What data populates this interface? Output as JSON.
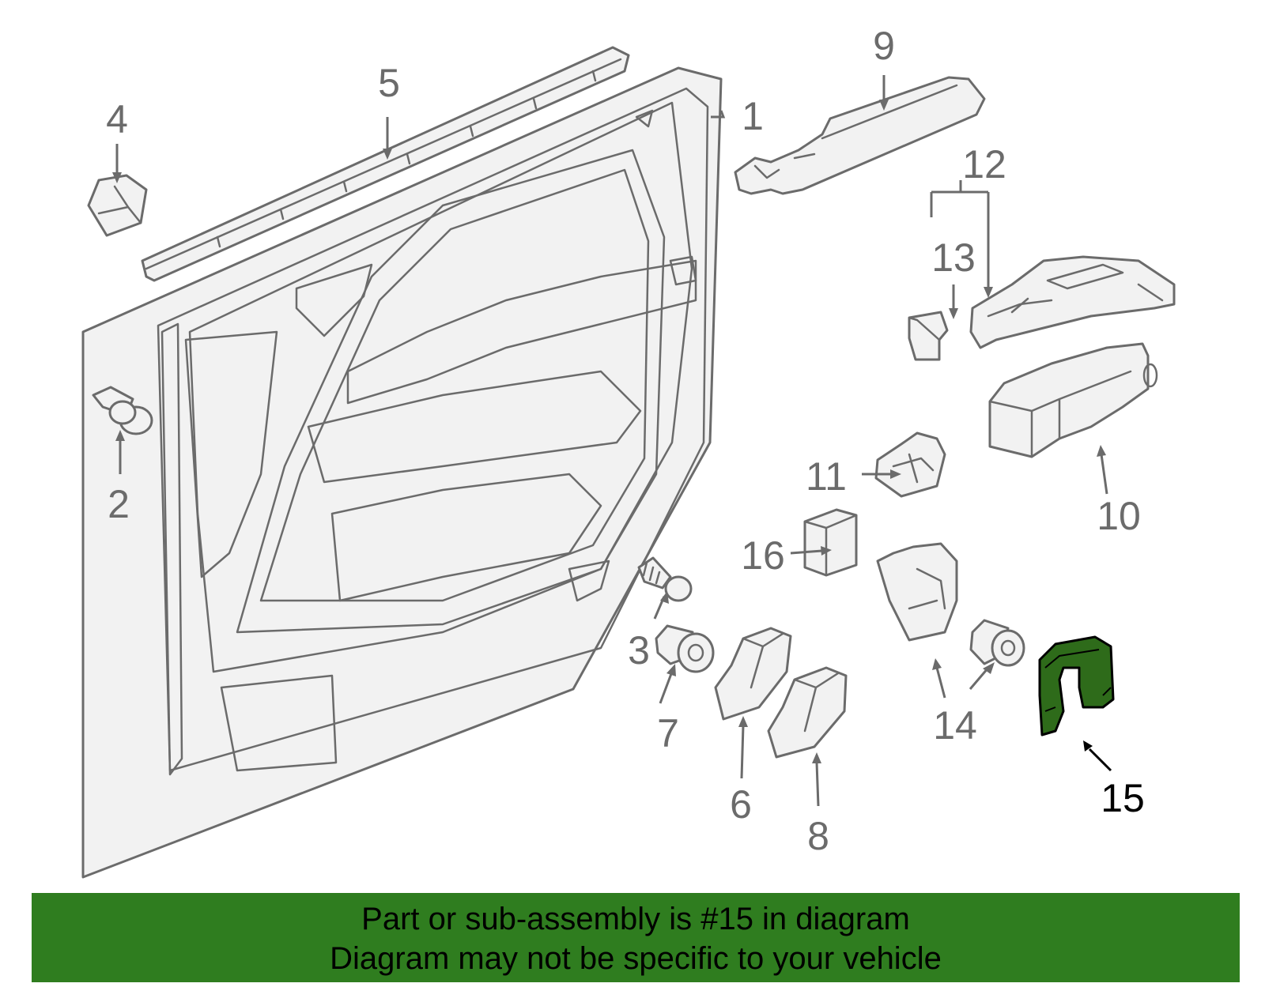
{
  "diagram": {
    "callouts": {
      "c1": "1",
      "c2": "2",
      "c3": "3",
      "c4": "4",
      "c5": "5",
      "c6": "6",
      "c7": "7",
      "c8": "8",
      "c9": "9",
      "c10": "10",
      "c11": "11",
      "c12": "12",
      "c13": "13",
      "c14": "14",
      "c15": "15",
      "c16": "16"
    },
    "highlighted_part": "15",
    "colors": {
      "line": "#6b6b6b",
      "highlight_fill": "#2e6b1a",
      "banner": "#2f7d1f"
    }
  },
  "banner": {
    "line1": "Part or sub-assembly is #15 in diagram",
    "line2": "Diagram may not be specific to your vehicle"
  }
}
